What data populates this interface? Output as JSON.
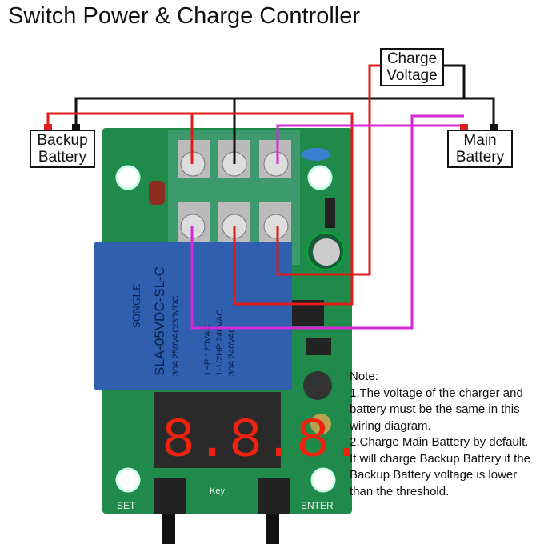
{
  "title": "Switch Power & Charge Controller",
  "labels": {
    "charge_voltage": [
      "Charge",
      "Voltage"
    ],
    "backup_battery": [
      "Backup",
      "Battery"
    ],
    "main_battery": [
      "Main",
      "Battery"
    ]
  },
  "note": {
    "heading": "Note:",
    "lines": [
      "1.The voltage of the charger and",
      "battery must be the same in this",
      "wiring diagram.",
      "2.Charge Main Battery by default.",
      "It will charge Backup Battery if the",
      "Backup Battery voltage is lower",
      "than the threshold."
    ]
  },
  "board": {
    "relay_brand": "SONGLE",
    "relay_model": "SLA-05VDC-SL-C",
    "relay_rating": "30A 250VAC/30VDC",
    "relay_ratings_us": [
      "1HP 120VAC",
      "1-1/2HP 240VAC",
      "30A 240VAC"
    ],
    "display": "8.8.8.",
    "button_labels": [
      "SET",
      "ENTER"
    ],
    "silk_key": "Key"
  },
  "colors": {
    "wire_positive": "#e01b1b",
    "wire_negative": "#111111",
    "wire_main": "#d629d6",
    "pcb": "#1f8a4a",
    "relay": "#2f5fae",
    "terminal": "#3d9a6c"
  }
}
